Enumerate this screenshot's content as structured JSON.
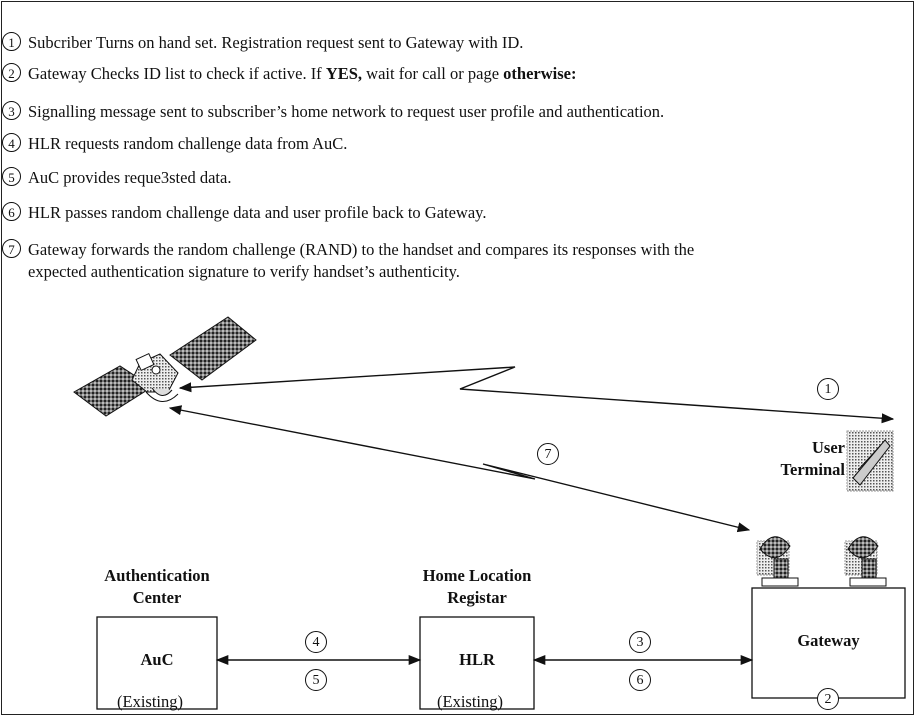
{
  "steps": [
    {
      "num": "1",
      "html_text": "Subcriber Turns on hand set.  Registration request sent to Gateway with ID."
    },
    {
      "num": "2",
      "pre": "Gateway Checks ID list to check if active.  If ",
      "bold1": "YES,",
      "mid": " wait for call or page ",
      "bold2": "otherwise:"
    },
    {
      "num": "3",
      "html_text": "Signalling message sent  to subscriber’s home network to request user profile and authentication."
    },
    {
      "num": "4",
      "html_text": "HLR requests random challenge data from AuC."
    },
    {
      "num": "5",
      "html_text": "AuC provides reque3sted data."
    },
    {
      "num": "6",
      "html_text": "HLR passes random challenge data and user profile back to Gateway."
    },
    {
      "num": "7",
      "line1": "Gateway forwards the random challenge (RAND) to the handset and compares its responses with the",
      "line2": "expected authentication signature to verify handset’s authenticity."
    }
  ],
  "diagram": {
    "user_terminal_label_1": "User",
    "user_terminal_label_2": "Terminal",
    "auc_title_1": "Authentication",
    "auc_title_2": "Center",
    "auc_box": "AuC",
    "auc_status": "(Existing)",
    "hlr_title_1": "Home Location",
    "hlr_title_2": "Registar",
    "hlr_box": "HLR",
    "hlr_status": "(Existing)",
    "gateway_box": "Gateway",
    "link_labels": {
      "sat_user": "1",
      "sat_gateway": "7",
      "auc_hlr_top": "4",
      "auc_hlr_bottom": "5",
      "hlr_gw_top": "3",
      "hlr_gw_bottom": "6",
      "gateway": "2"
    }
  }
}
